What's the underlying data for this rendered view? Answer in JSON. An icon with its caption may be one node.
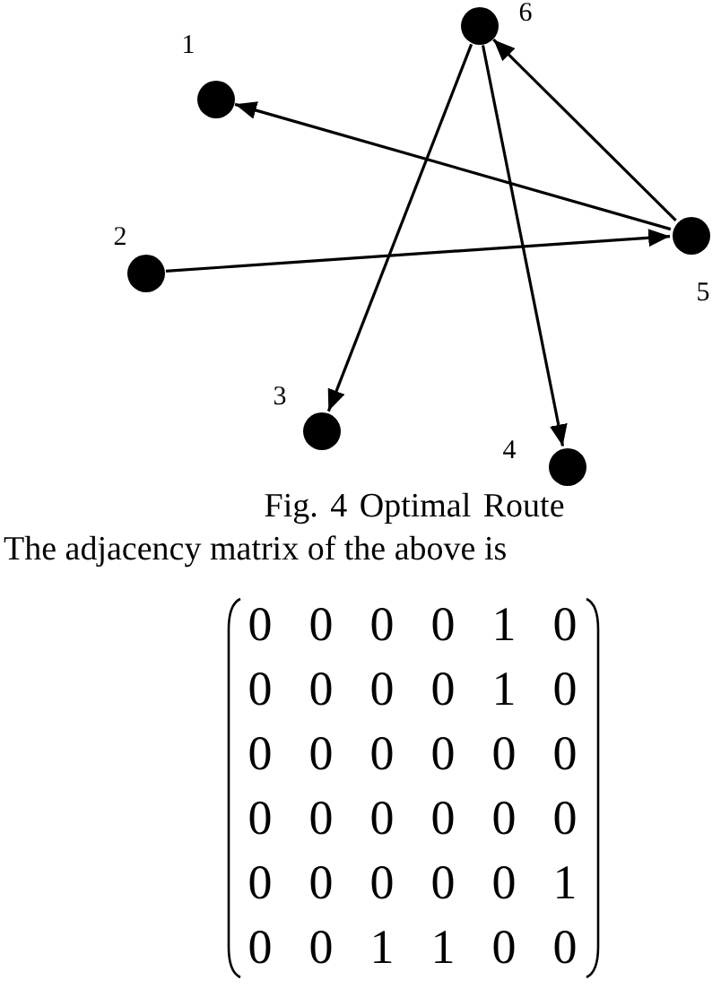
{
  "diagram": {
    "caption": "Fig. 4 Optimal Route",
    "nodes": [
      {
        "text": [],
        "shape": "circle",
        "beside": [
          "1"
        ]
      },
      {
        "text": [],
        "shape": "circle",
        "beside": [
          "2"
        ]
      },
      {
        "text": [],
        "shape": "circle",
        "beside": [
          "3"
        ]
      },
      {
        "text": [],
        "shape": "circle",
        "beside": [
          "4"
        ]
      },
      {
        "text": [],
        "shape": "circle",
        "beside": [
          "5"
        ]
      },
      {
        "text": [],
        "shape": "circle",
        "beside": [
          "6"
        ]
      }
    ],
    "edges": [
      {
        "from": 4,
        "to": 0,
        "arrow": "to"
      },
      {
        "from": 1,
        "to": 4,
        "arrow": "to"
      },
      {
        "from": 4,
        "to": 5,
        "arrow": "to"
      },
      {
        "from": 5,
        "to": 2,
        "arrow": "to"
      },
      {
        "from": 5,
        "to": 3,
        "arrow": "to"
      }
    ],
    "labels": [
      "The adjacency matrix of the above is",
      "0",
      "0",
      "0",
      "0",
      "1",
      "0",
      "0",
      "0",
      "0",
      "0",
      "1",
      "0",
      "0",
      "0",
      "0",
      "0",
      "0",
      "0",
      "0",
      "0",
      "0",
      "0",
      "0",
      "0",
      "0",
      "0",
      "0",
      "0",
      "0",
      "1",
      "0",
      "0",
      "1",
      "1",
      "0",
      "0"
    ]
  }
}
